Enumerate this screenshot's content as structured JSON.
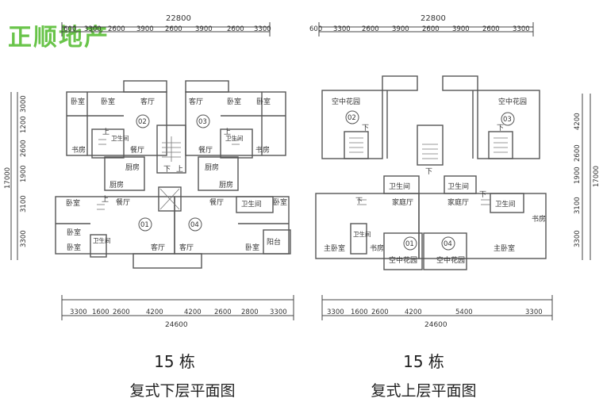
{
  "logo": "正顺地产",
  "plans": [
    {
      "building": "15 栋",
      "title": "复式下层平面图",
      "top_total": "22800",
      "top_dims": [
        "600",
        "3300",
        "2600",
        "3900",
        "2600",
        "3900",
        "2600",
        "3300"
      ],
      "left_dims": [
        "3000",
        "1200",
        "2600",
        "1900",
        "3100",
        "3300"
      ],
      "left_total": "17000",
      "bottom_dims": [
        "3300",
        "1600",
        "2600",
        "4200",
        "4200",
        "2600",
        "2800",
        "3300"
      ],
      "bottom_total": "24600",
      "units": [
        "02",
        "03",
        "01",
        "04"
      ],
      "rooms": {
        "bedroom": "卧室",
        "living": "客厅",
        "dining": "餐厅",
        "study": "书房",
        "kitchen": "厨房",
        "bath": "卫生间",
        "bath_v": "卫生间",
        "balcony": "阳台",
        "up": "上",
        "down": "下"
      }
    },
    {
      "building": "15 栋",
      "title": "复式上层平面图",
      "top_total": "22800",
      "top_dims": [
        "600",
        "3300",
        "2600",
        "3900",
        "2600",
        "3900",
        "2600",
        "3300"
      ],
      "right_dims": [
        "4200",
        "2600",
        "1900",
        "3100",
        "3300"
      ],
      "right_total": "17000",
      "bottom_dims": [
        "3300",
        "1600",
        "2600",
        "4200",
        "5400",
        "3300"
      ],
      "bottom_total": "24600",
      "units": [
        "02",
        "03",
        "01",
        "04"
      ],
      "rooms": {
        "sky_garden": "空中花园",
        "bath": "卫生间",
        "family": "家庭厅",
        "master": "主卧室",
        "study": "书房",
        "bath_v": "卫生间",
        "down": "下"
      }
    }
  ]
}
